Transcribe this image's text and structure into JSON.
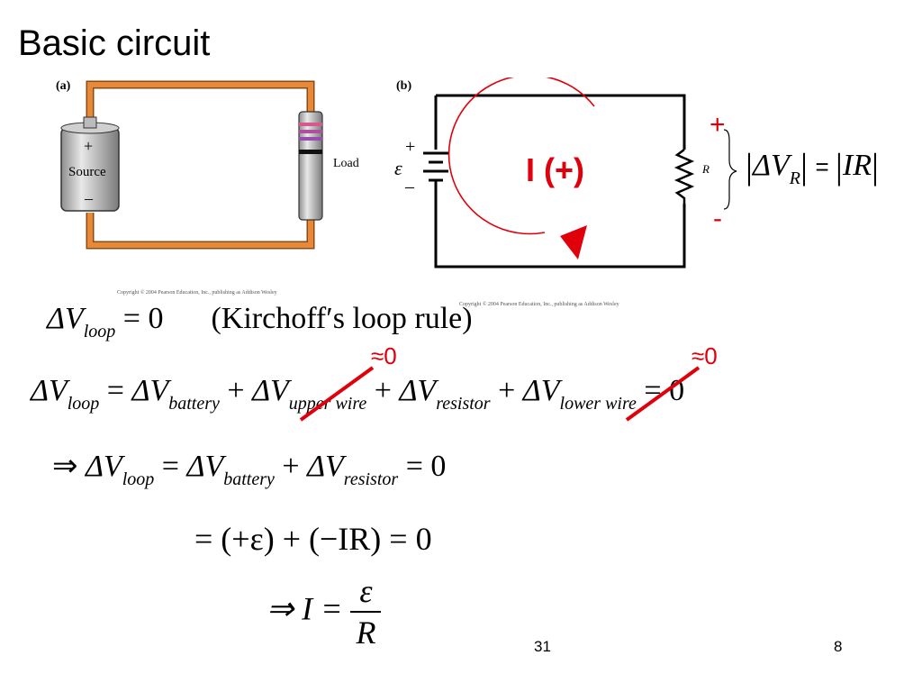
{
  "slide": {
    "title": "Basic circuit",
    "page_number": "8",
    "footer_fragment": "31"
  },
  "figure_a": {
    "label": "(a)",
    "source_plus": "+",
    "source_label": "Source",
    "source_minus": "–",
    "load_label": "Load",
    "copyright": "Copyright © 2004 Pearson Education, Inc., publishing as Addison Wesley"
  },
  "figure_b": {
    "label": "(b)",
    "emf_symbol": "ε",
    "battery_plus": "+",
    "battery_minus": "–",
    "current_label": "I (+)",
    "resistor_label": "R",
    "plus_sign": "+",
    "minus_sign": "-",
    "copyright": "Copyright © 2004 Pearson Education, Inc., publishing as Addison Wesley"
  },
  "colors": {
    "wire_orange": "#e8893a",
    "annotation_red": "#e0000b",
    "battery_gray": "#b9b9b9"
  },
  "equations": {
    "delta_vr_lhs": "ΔV",
    "delta_vr_sub": "R",
    "delta_vr_rhs": "IR",
    "eq1_lhs": "ΔV",
    "eq1_sub": "loop",
    "eq1_rhs": "= 0",
    "eq1_note": "(Kirchoff′s loop rule)",
    "approx": "≈0",
    "eq2_term1": "ΔV",
    "eq2_sub1": "loop",
    "eq2_term2": "ΔV",
    "eq2_sub2": "battery",
    "eq2_term3": "ΔV",
    "eq2_sub3": "upper wire",
    "eq2_term4": "ΔV",
    "eq2_sub4": "resistor",
    "eq2_term5": "ΔV",
    "eq2_sub5": "lower wire",
    "eq2_end": "= 0",
    "eq3_arrow": "⇒",
    "eq3_term1": "ΔV",
    "eq3_sub1": "loop",
    "eq3_term2": "ΔV",
    "eq3_sub2": "battery",
    "eq3_term3": "ΔV",
    "eq3_sub3": "resistor",
    "eq3_end": "= 0",
    "eq4": "= (+ε) + (−IR) = 0",
    "eq5_lhs": "⇒ I =",
    "eq5_num": "ε",
    "eq5_den": "R"
  }
}
